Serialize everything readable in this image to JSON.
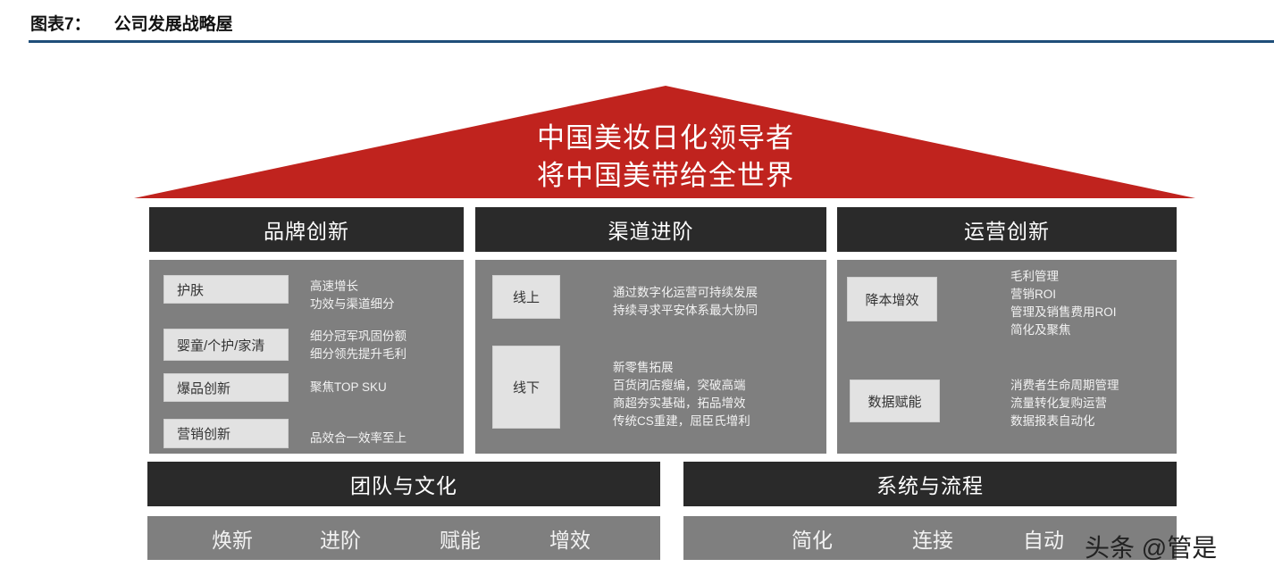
{
  "figure": {
    "label": "图表7：",
    "title": "公司发展战略屋"
  },
  "colors": {
    "roof": "#c0231e",
    "header": "#2a2a2a",
    "panel": "#7f7f7f",
    "rule": "#1f4e79"
  },
  "roof": {
    "line1": "中国美妆日化领导者",
    "line2": "将中国美带给全世界"
  },
  "pillars": [
    {
      "title": "品牌创新",
      "items": [
        {
          "tag": "护肤",
          "desc": [
            "高速增长",
            "功效与渠道细分"
          ]
        },
        {
          "tag": "婴童/个护/家清",
          "desc": [
            "细分冠军巩固份额",
            "细分领先提升毛利"
          ]
        },
        {
          "tag": "爆品创新",
          "desc": [
            "聚焦TOP SKU"
          ]
        },
        {
          "tag": "营销创新",
          "desc": [
            "品效合一效率至上"
          ]
        }
      ]
    },
    {
      "title": "渠道进阶",
      "items": [
        {
          "tag": "线上",
          "desc": [
            "通过数字化运营可持续发展",
            "持续寻求平安体系最大协同"
          ]
        },
        {
          "tag": "线下",
          "desc": [
            "新零售拓展",
            "百货闭店瘦编，突破高端",
            "商超夯实基础，拓品增效",
            "传统CS重建，屈臣氏增利"
          ]
        }
      ]
    },
    {
      "title": "运营创新",
      "items": [
        {
          "tag": "降本增效",
          "desc": [
            "毛利管理",
            "营销ROI",
            "管理及销售费用ROI",
            "简化及聚焦"
          ]
        },
        {
          "tag": "数据赋能",
          "desc": [
            "消费者生命周期管理",
            "流量转化复购运营",
            "数据报表自动化"
          ]
        }
      ]
    }
  ],
  "foundation": [
    {
      "title": "团队与文化",
      "items": [
        "焕新",
        "进阶",
        "赋能",
        "增效"
      ]
    },
    {
      "title": "系统与流程",
      "items": [
        "简化",
        "连接",
        "自动"
      ]
    }
  ],
  "watermark": "头条 @管是"
}
